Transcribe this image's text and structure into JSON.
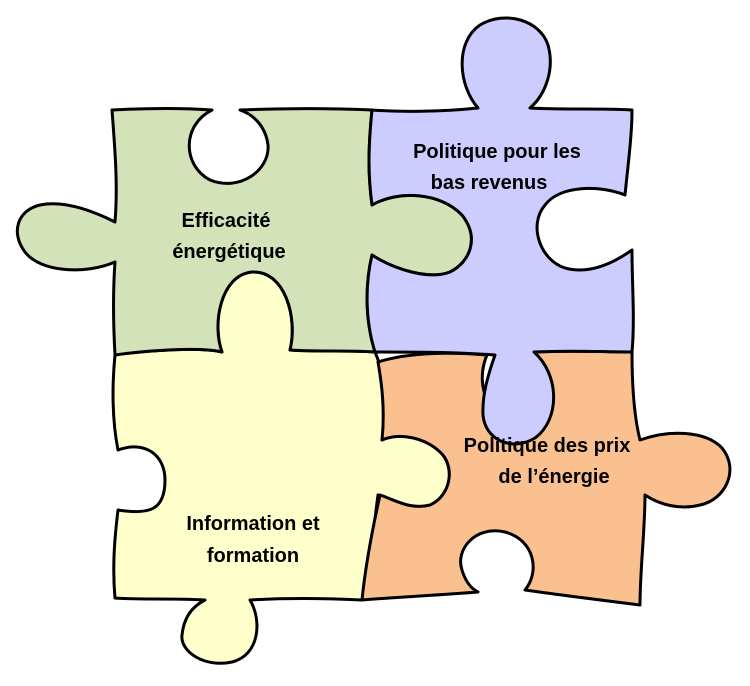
{
  "pieces": {
    "green": {
      "line1": "Efficacité",
      "line2": "énergétique",
      "color": "#d3e2b9"
    },
    "purple": {
      "line1": "Politique pour les",
      "line2": "bas revenus",
      "color": "#ccccff"
    },
    "yellow": {
      "line1": "Information et",
      "line2": "formation",
      "color": "#ffffcc"
    },
    "orange": {
      "line1": "Politique des prix",
      "line2": "de l’énergie",
      "color": "#fac090"
    }
  },
  "stroke_color": "#000000"
}
